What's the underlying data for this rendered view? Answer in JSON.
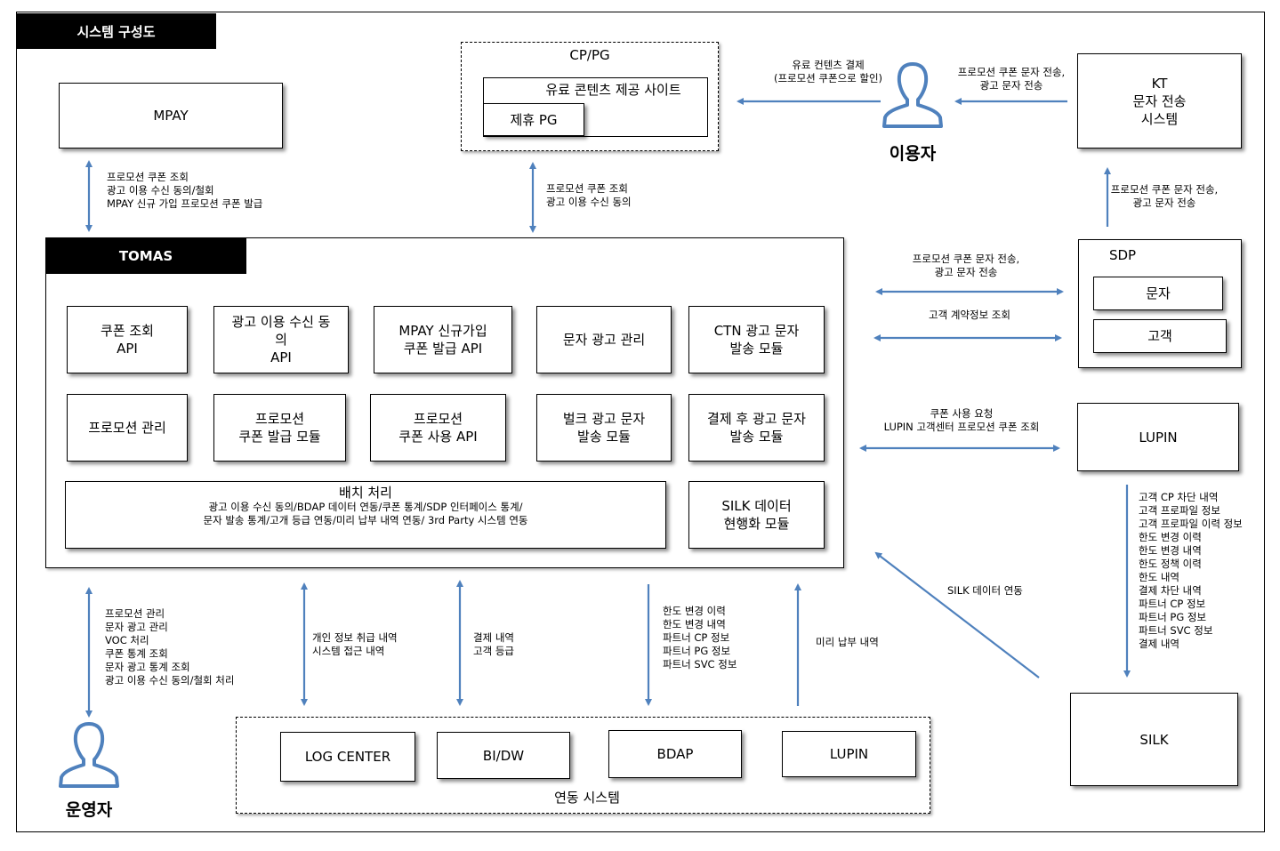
{
  "title": "시스템 구성도",
  "colors": {
    "arrow": "#4f81bd",
    "tab": "#000000"
  },
  "boxes": {
    "mpay": "MPAY",
    "cppg": "CP/PG",
    "paid_site": "유료 콘텐츠 제공 사이트",
    "partner_pg": "제휴 PG",
    "kt": "KT\n문자 전송\n시스템",
    "tomas": "TOMAS",
    "sdp": "SDP",
    "sdp_sms": "문자",
    "sdp_customer": "고객",
    "lupin_right": "LUPIN",
    "silk": "SILK",
    "log_center": "LOG CENTER",
    "bidw": "BI/DW",
    "bdap": "BDAP",
    "lupin_bottom": "LUPIN",
    "linked_systems": "연동 시스템"
  },
  "modules": [
    "쿠폰 조회\nAPI",
    "광고 이용 수신 동\n의\nAPI",
    "MPAY 신규가입\n쿠폰 발급 API",
    "문자 광고 관리",
    "CTN 광고 문자\n발송 모듈",
    "프로모션 관리",
    "프로모션\n쿠폰 발급 모듈",
    "프로모션\n쿠폰 사용 API",
    "벌크 광고 문자\n발송 모듈",
    "결제 후 광고 문자\n발송 모듈",
    "SILK 데이터\n현행화 모듈"
  ],
  "batch": {
    "title": "배치 처리",
    "desc": "광고 이용 수신 동의/BDAP 데이터 연동/쿠폰 통계/SDP 인터페이스 통계/\n문자 발송 통계/고개 등급 연동/미리 납부 내역 연동/ 3rd Party 시스템 연동"
  },
  "persons": {
    "user": "이용자",
    "operator": "운영자"
  },
  "labels": {
    "mpay_tomas": "프로모션 쿠폰 조회\n광고 이용 수신 동의/철회\nMPAY 신규 가입 프로모션 쿠폰 발급",
    "cppg_tomas": "프로모션 쿠폰 조회\n광고 이용 수신 동의",
    "user_cppg": "유료 컨텐츠 결제\n(프로모션 쿠폰으로 할인)",
    "kt_user": "프로모션 쿠폰 문자 전송,\n광고 문자 전송",
    "sdp_kt": "프로모션 쿠폰 문자 전송,\n광고 문자 전송",
    "tomas_sdp_sms": "프로모션 쿠폰 문자 전송,\n광고 문자 전송",
    "tomas_sdp_customer": "고객 계약정보 조회",
    "tomas_lupin": "쿠폰 사용 요청\nLUPIN 고객센터 프로모션 쿠폰 조회",
    "lupin_silk": "고객 CP 차단 내역\n고객 프로파일 정보\n고객 프로파일 이력 정보\n한도 변경 이력\n한도 변경 내역\n한도 정책 이력\n한도 내역\n결제 차단 내역\n파트너 CP 정보\n파트너 PG 정보\n파트너 SVC 정보\n결제 내역",
    "silk_tomas": "SILK 데이터 연동",
    "operator_tomas": "프로모션 관리\n문자 광고 관리\nVOC 처리\n쿠폰 통계 조회\n문자 광고 통계 조회\n광고 이용 수신 동의/철회 처리",
    "log_tomas": "개인 정보 취급 내역\n시스템 접근 내역",
    "bidw_tomas": "결제 내역\n고객 등급",
    "bdap_tomas": "한도 변경 이력\n한도 변경 내역\n파트너 CP 정보\n파트너 PG 정보\n파트너 SVC 정보",
    "lupin_b_tomas": "미리 납부 내역"
  },
  "icons": [
    "person-icon",
    "arrow-icon"
  ]
}
